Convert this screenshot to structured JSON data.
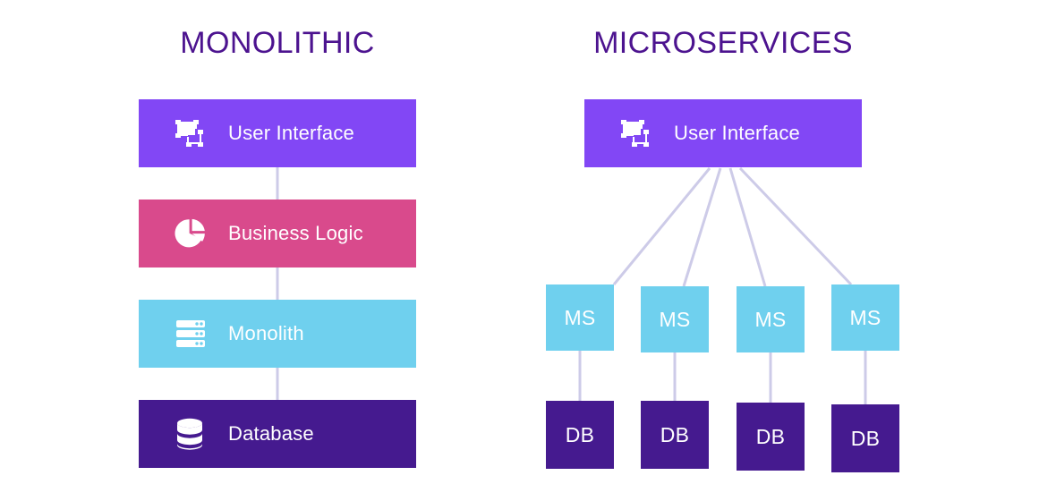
{
  "panels": [
    {
      "id": "monolithic",
      "title": "MONOLITHIC",
      "title_color": "#4c138f",
      "rows": [
        {
          "label": "User Interface",
          "icon": "display-monitor-icon",
          "color": "#8247f5"
        },
        {
          "label": "Business Logic",
          "icon": "pie-chart-icon",
          "color": "#d94a8c"
        },
        {
          "label": "Monolith",
          "icon": "server-rack-icon",
          "color": "#6fd0ee"
        },
        {
          "label": "Database",
          "icon": "database-cylinder-icon",
          "color": "#451a8f"
        }
      ]
    },
    {
      "id": "microservices",
      "title": "MICROSERVICES",
      "title_color": "#4c138f",
      "header": {
        "label": "User Interface",
        "icon": "display-monitor-icon",
        "color": "#8247f5"
      },
      "service_label": "MS",
      "database_label": "DB",
      "services": [
        {
          "service": "MS",
          "database": "DB"
        },
        {
          "service": "MS",
          "database": "DB"
        },
        {
          "service": "MS",
          "database": "DB"
        },
        {
          "service": "MS",
          "database": "DB"
        }
      ]
    }
  ],
  "colors": {
    "purple": "#8247f5",
    "pink": "#d94a8c",
    "light_blue": "#6fd0ee",
    "dark_purple": "#451a8f",
    "title_purple": "#4c138f",
    "connector": "#cdcbe8",
    "background": "#ffffff"
  }
}
